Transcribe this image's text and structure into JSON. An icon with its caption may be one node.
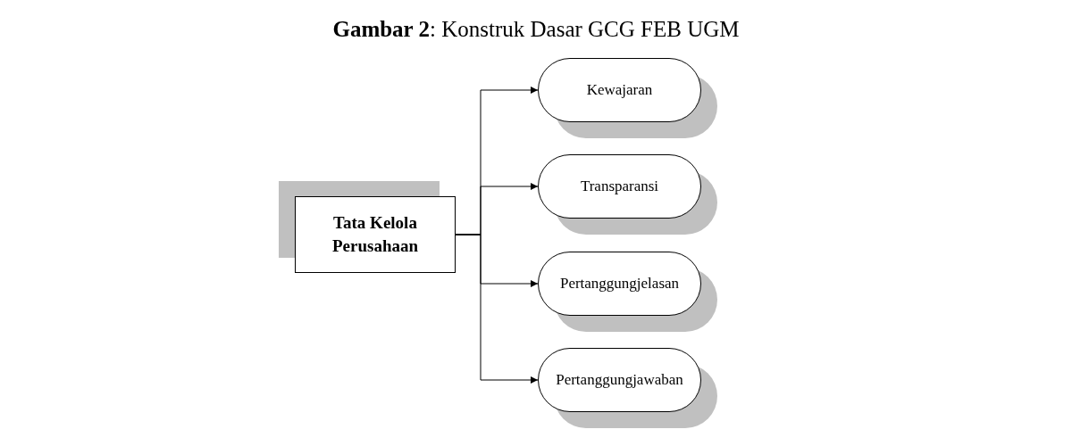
{
  "diagram": {
    "title": "**Gambar 2**: Konstruk Dasar GCG FEB UGM",
    "nodes": [
      {
        "text": [
          "Tata Kelola Perusahaan"
        ]
      },
      {
        "text": [
          "Kewajaran"
        ]
      },
      {
        "text": [
          "Transparansi"
        ]
      },
      {
        "text": [
          "Pertanggungjelasan"
        ]
      },
      {
        "text": [
          "Pertanggungjawaban"
        ]
      }
    ],
    "edges": [
      {
        "from": 0,
        "to": 1,
        "arrow": "to"
      },
      {
        "from": 0,
        "to": 2,
        "arrow": "to"
      },
      {
        "from": 0,
        "to": 3,
        "arrow": "to"
      },
      {
        "from": 0,
        "to": 4,
        "arrow": "to"
      }
    ]
  }
}
